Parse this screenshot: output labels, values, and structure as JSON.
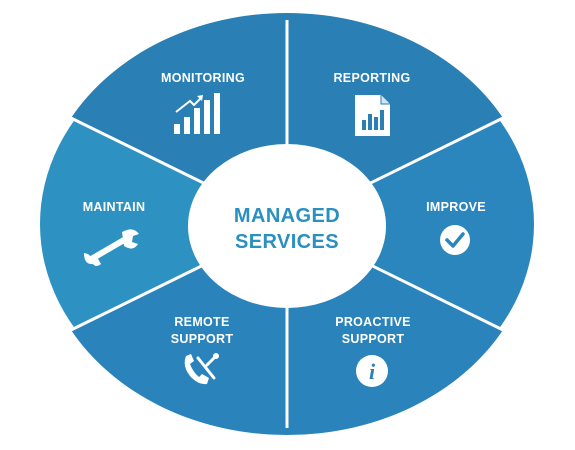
{
  "center": {
    "line1": "MANAGED",
    "line2": "SERVICES"
  },
  "segments": [
    {
      "id": "monitoring",
      "label_line1": "MONITORING",
      "label_line2": "",
      "icon": "bar-chart-growth-icon"
    },
    {
      "id": "reporting",
      "label_line1": "REPORTING",
      "label_line2": "",
      "icon": "report-document-icon"
    },
    {
      "id": "improve",
      "label_line1": "IMPROVE",
      "label_line2": "",
      "icon": "checkmark-circle-icon"
    },
    {
      "id": "proactive-support",
      "label_line1": "PROACTIVE",
      "label_line2": "SUPPORT",
      "icon": "info-circle-icon"
    },
    {
      "id": "remote-support",
      "label_line1": "REMOTE",
      "label_line2": "SUPPORT",
      "icon": "phone-tools-icon"
    },
    {
      "id": "maintain",
      "label_line1": "MAINTAIN",
      "label_line2": "",
      "icon": "wrench-icon"
    }
  ],
  "colors": {
    "top": "#2a7fb4",
    "right": "#2b86bd",
    "bottom": "#2a84bb",
    "left": "#2d91c2",
    "divider": "#ffffff",
    "center_text": "#2a8fc1"
  }
}
